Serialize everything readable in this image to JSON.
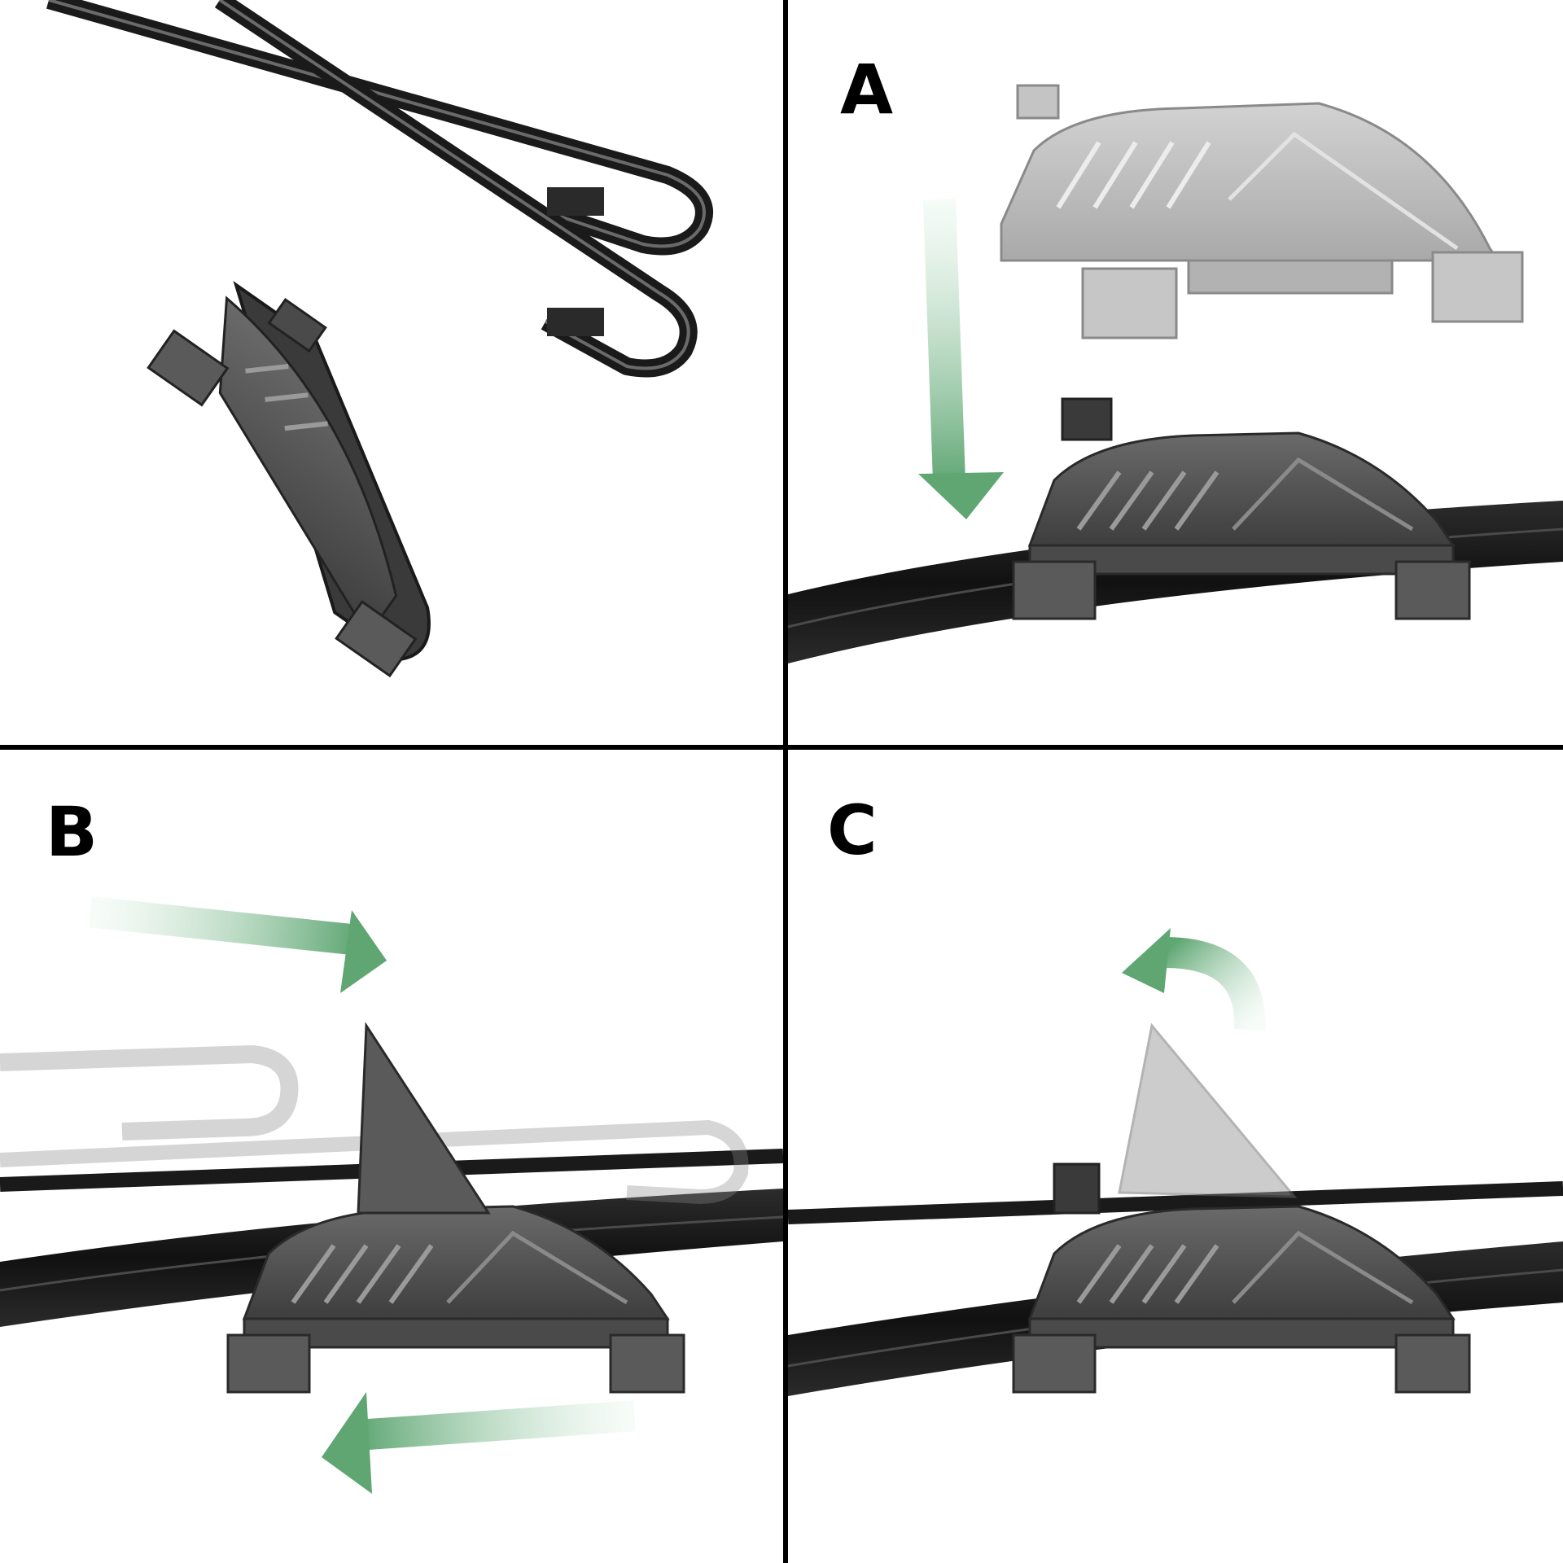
{
  "steps": {
    "a": "A",
    "b": "B",
    "c": "C"
  },
  "colors": {
    "arrow": "#5fa673",
    "adapter_dark": "#5b5b5b",
    "adapter_light": "#bdbdbd",
    "blade": "#1b1b1b",
    "divider": "#000000"
  }
}
